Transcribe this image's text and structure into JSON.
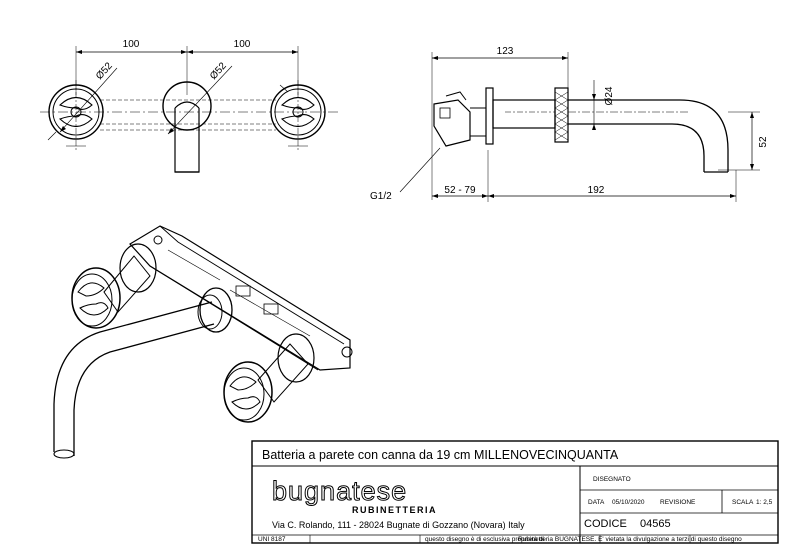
{
  "dimensions": {
    "top_left": "100",
    "top_right": "100",
    "diameter_left": "Ø52",
    "diameter_center": "Ø52",
    "side_depth": "123",
    "spout_diameter": "Ø24",
    "spout_drop": "52",
    "thread": "G1/2",
    "body_range": "52 - 79",
    "spout_length": "192"
  },
  "title_block": {
    "title": "Batteria a parete con canna da 19 cm MILLENOVECINQUANTA",
    "brand": "bugnatese",
    "brand_sub": "RUBINETTERIA",
    "address": "Via C. Rolando, 111 - 28024 Bugnate di Gozzano (Novara) Italy",
    "disegnato_label": "DISEGNATO",
    "data_label": "DATA",
    "data_value": "05/10/2020",
    "revisione_label": "REVISIONE",
    "scala_label": "SCALA",
    "scala_value": "1: 2,5",
    "codice_label": "CODICE",
    "codice_value": "04565",
    "uni": "UNI 8187",
    "disclaimer_left": "questo disegno è di esclusiva proprietà di",
    "disclaimer_mid": "Rubinetteria BUGNATESE. E' vietata la divulgazione a terzi di questo disegno"
  }
}
